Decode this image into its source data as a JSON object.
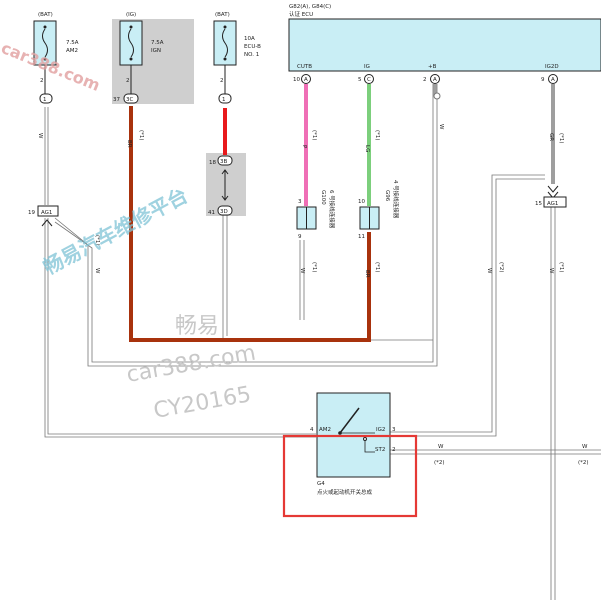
{
  "fuses": [
    {
      "supply": "(BAT)",
      "rating": "7.5A",
      "name": "AM2",
      "pin_top": "2",
      "conn": "1"
    },
    {
      "supply": "(IG)",
      "rating": "7.5A",
      "name": "IGN",
      "pin_top": "2",
      "conn_pin": "37",
      "conn": "3C"
    },
    {
      "supply": "(BAT)",
      "rating": "10A",
      "name": "ECU-B",
      "name2": "NO. 1",
      "pin_top": "2",
      "conn": "1"
    }
  ],
  "ecu": {
    "ref": "G82(A), G84(C)",
    "name": "认证 ECU",
    "terminals": [
      {
        "name": "CUTB",
        "pin": "10",
        "conn": "A"
      },
      {
        "name": "IG",
        "pin": "5",
        "conn": "C"
      },
      {
        "name": "+B",
        "pin": "2",
        "conn": "A"
      },
      {
        "name": "IG2D",
        "pin": "9",
        "conn": "A"
      }
    ]
  },
  "wires": {
    "p": "P",
    "lg": "LG",
    "br": "BR",
    "gr": "GR",
    "w": "W",
    "mark1": "(*1)",
    "mark2": "(*2)"
  },
  "junctions": {
    "ag1_left": {
      "pin": "19",
      "name": "AG1"
    },
    "ag1_right": {
      "pin": "15",
      "name": "AG1"
    },
    "j1": {
      "pin": "18",
      "name": "3B"
    },
    "j2": {
      "pin": "41",
      "name": "3D"
    }
  },
  "connectors": [
    {
      "pin_top": "3",
      "pin_bottom": "9",
      "code": "G100",
      "label": "6 号接线连接器"
    },
    {
      "pin_top": "10",
      "pin_bottom": "11",
      "code": "G96",
      "label": "4 号接线连接器"
    }
  ],
  "switch": {
    "code": "G4",
    "name": "点火或起动机开关总成",
    "pins": [
      {
        "pin": "4",
        "name": "AM2"
      },
      {
        "pin": "3",
        "name": "IG2"
      },
      {
        "pin": "2",
        "name": "ST2"
      }
    ]
  },
  "watermarks": {
    "url": "car388.com",
    "brand": "畅易汽车维修平台",
    "cn": "畅易",
    "url2": "car388.com",
    "code": "CY20165"
  },
  "colors": {
    "pink": "#ef6fb6",
    "green": "#7ccf7c",
    "red": "#e8191c",
    "brown": "#a8320d",
    "gray": "#9e9e9e",
    "box": "#c9eef5",
    "highlight": "#e53935"
  }
}
